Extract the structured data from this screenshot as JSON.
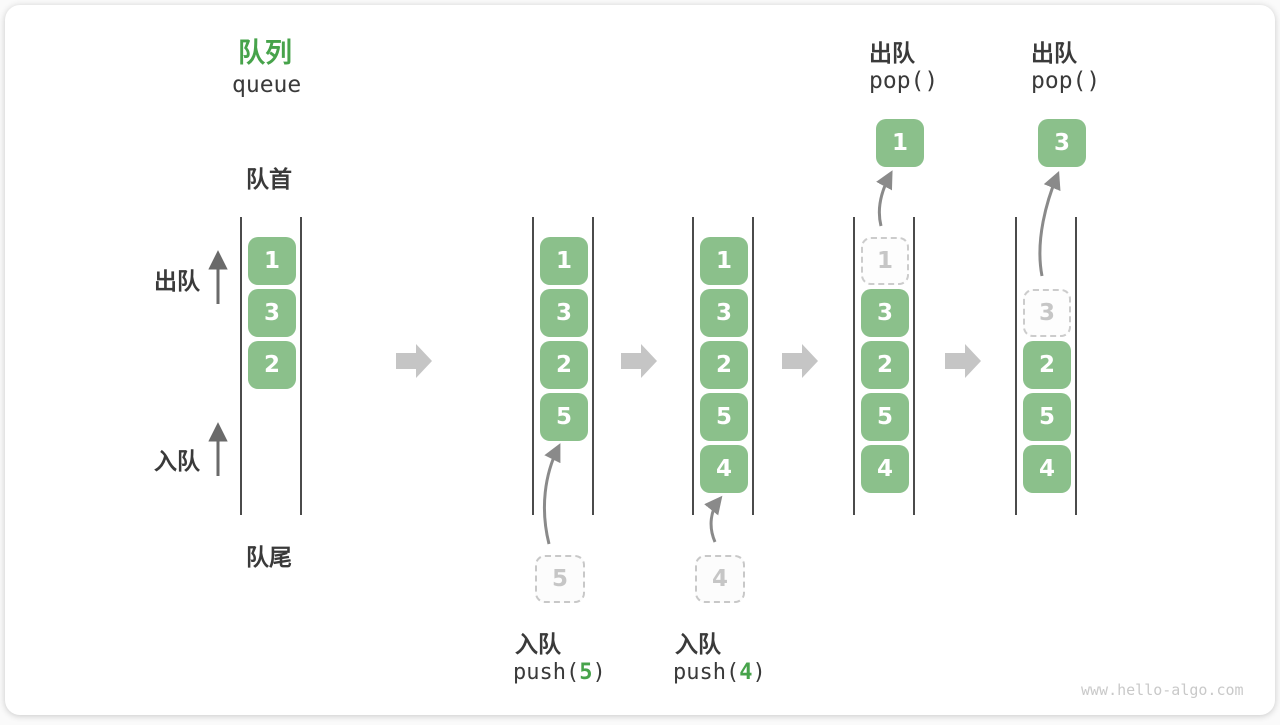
{
  "title": {
    "zh": "队列",
    "en": "queue"
  },
  "labels": {
    "front": "队首",
    "rear": "队尾",
    "dequeue": "出队",
    "enqueue": "入队"
  },
  "watermark": "www.hello-algo.com",
  "colors": {
    "box_green": "#8bc08b",
    "accent_green": "#47a34b",
    "text_dark": "#3a3a3a",
    "ghost_gray": "#c6c6c6",
    "rail_line": "#4b4b4b",
    "flow_arrow_gray": "#c5c5c5",
    "pointer_arrow_gray": "#8a8a8a"
  },
  "states": [
    {
      "name": "initial",
      "cells": [
        {
          "value": "1",
          "row": 0
        },
        {
          "value": "3",
          "row": 1
        },
        {
          "value": "2",
          "row": 2
        }
      ]
    },
    {
      "name": "after-push-5",
      "cells": [
        {
          "value": "1",
          "row": 0
        },
        {
          "value": "3",
          "row": 1
        },
        {
          "value": "2",
          "row": 2
        },
        {
          "value": "5",
          "row": 3
        }
      ],
      "incoming": {
        "value": "5"
      },
      "op_bottom": {
        "action": "入队",
        "code": {
          "prefix": "push(",
          "arg": "5",
          "suffix": ")"
        }
      }
    },
    {
      "name": "after-push-4",
      "cells": [
        {
          "value": "1",
          "row": 0
        },
        {
          "value": "3",
          "row": 1
        },
        {
          "value": "2",
          "row": 2
        },
        {
          "value": "5",
          "row": 3
        },
        {
          "value": "4",
          "row": 4
        }
      ],
      "incoming": {
        "value": "4"
      },
      "op_bottom": {
        "action": "入队",
        "code": {
          "prefix": "push(",
          "arg": "4",
          "suffix": ")"
        }
      }
    },
    {
      "name": "after-pop-1",
      "cells": [
        {
          "value": "1",
          "row": 0,
          "ghost": true
        },
        {
          "value": "3",
          "row": 1
        },
        {
          "value": "2",
          "row": 2
        },
        {
          "value": "5",
          "row": 3
        },
        {
          "value": "4",
          "row": 4
        }
      ],
      "popped": {
        "value": "1"
      },
      "op_top": {
        "action": "出队",
        "code": "pop()"
      }
    },
    {
      "name": "after-pop-3",
      "cells": [
        {
          "value": "3",
          "row": 1,
          "ghost": true
        },
        {
          "value": "2",
          "row": 2
        },
        {
          "value": "5",
          "row": 3
        },
        {
          "value": "4",
          "row": 4
        }
      ],
      "popped": {
        "value": "3"
      },
      "op_top": {
        "action": "出队",
        "code": "pop()"
      }
    }
  ]
}
